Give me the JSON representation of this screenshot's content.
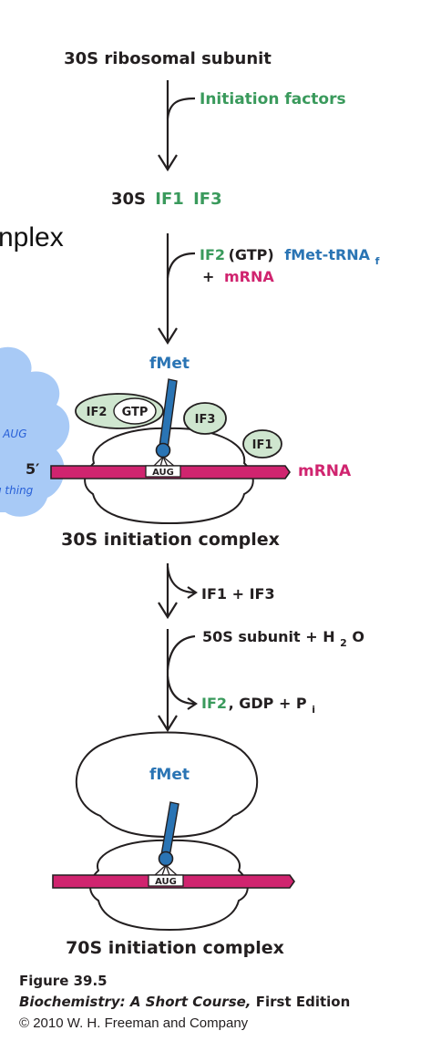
{
  "colors": {
    "black": "#231f20",
    "green": "#3a9a5c",
    "blue": "#2a74b4",
    "magenta": "#d0246f",
    "highlight_blue": "#9ec4f5",
    "pale_green": "#cfe6cf",
    "handwriting": "#2860d8"
  },
  "background_text": {
    "cropped_word": "nplex"
  },
  "steps": {
    "start_label": "30S ribosomal subunit",
    "arrow1_label": "Initiation factors",
    "stage2": {
      "prefix": "30S",
      "if1": "IF1",
      "if3": "IF3"
    },
    "arrow2": {
      "if2": "IF2",
      "gtp": "(GTP)",
      "fmet_trna": "fMet-tRNA",
      "fmet_sub": "f",
      "plus": "+",
      "mrna": "mRNA"
    },
    "initiation_30s": {
      "fmet": "fMet",
      "if2_gtp": "IF2",
      "gtp": "GTP",
      "if3": "IF3",
      "if1": "IF1",
      "five_prime": "5′",
      "codon": "AUG",
      "mrna": "mRNA",
      "title": "30S initiation complex"
    },
    "arrow3_label": "IF1 + IF3",
    "arrow4": {
      "subunit": "50S subunit + H",
      "h2o_sub": "2",
      "h2o_o": "O",
      "if2": "IF2",
      "products": ", GDP + P",
      "pi_sub": "i"
    },
    "initiation_70s": {
      "fmet": "fMet",
      "codon": "AUG",
      "title": "70S initiation complex"
    }
  },
  "handwriting": {
    "line1": "e AUG",
    "line2": "g thing"
  },
  "caption": {
    "figure": "Figure 39.5",
    "book_title": "Biochemistry: A Short Course,",
    "edition": " First Edition",
    "copyright": "© 2010 W. H. Freeman and Company"
  }
}
